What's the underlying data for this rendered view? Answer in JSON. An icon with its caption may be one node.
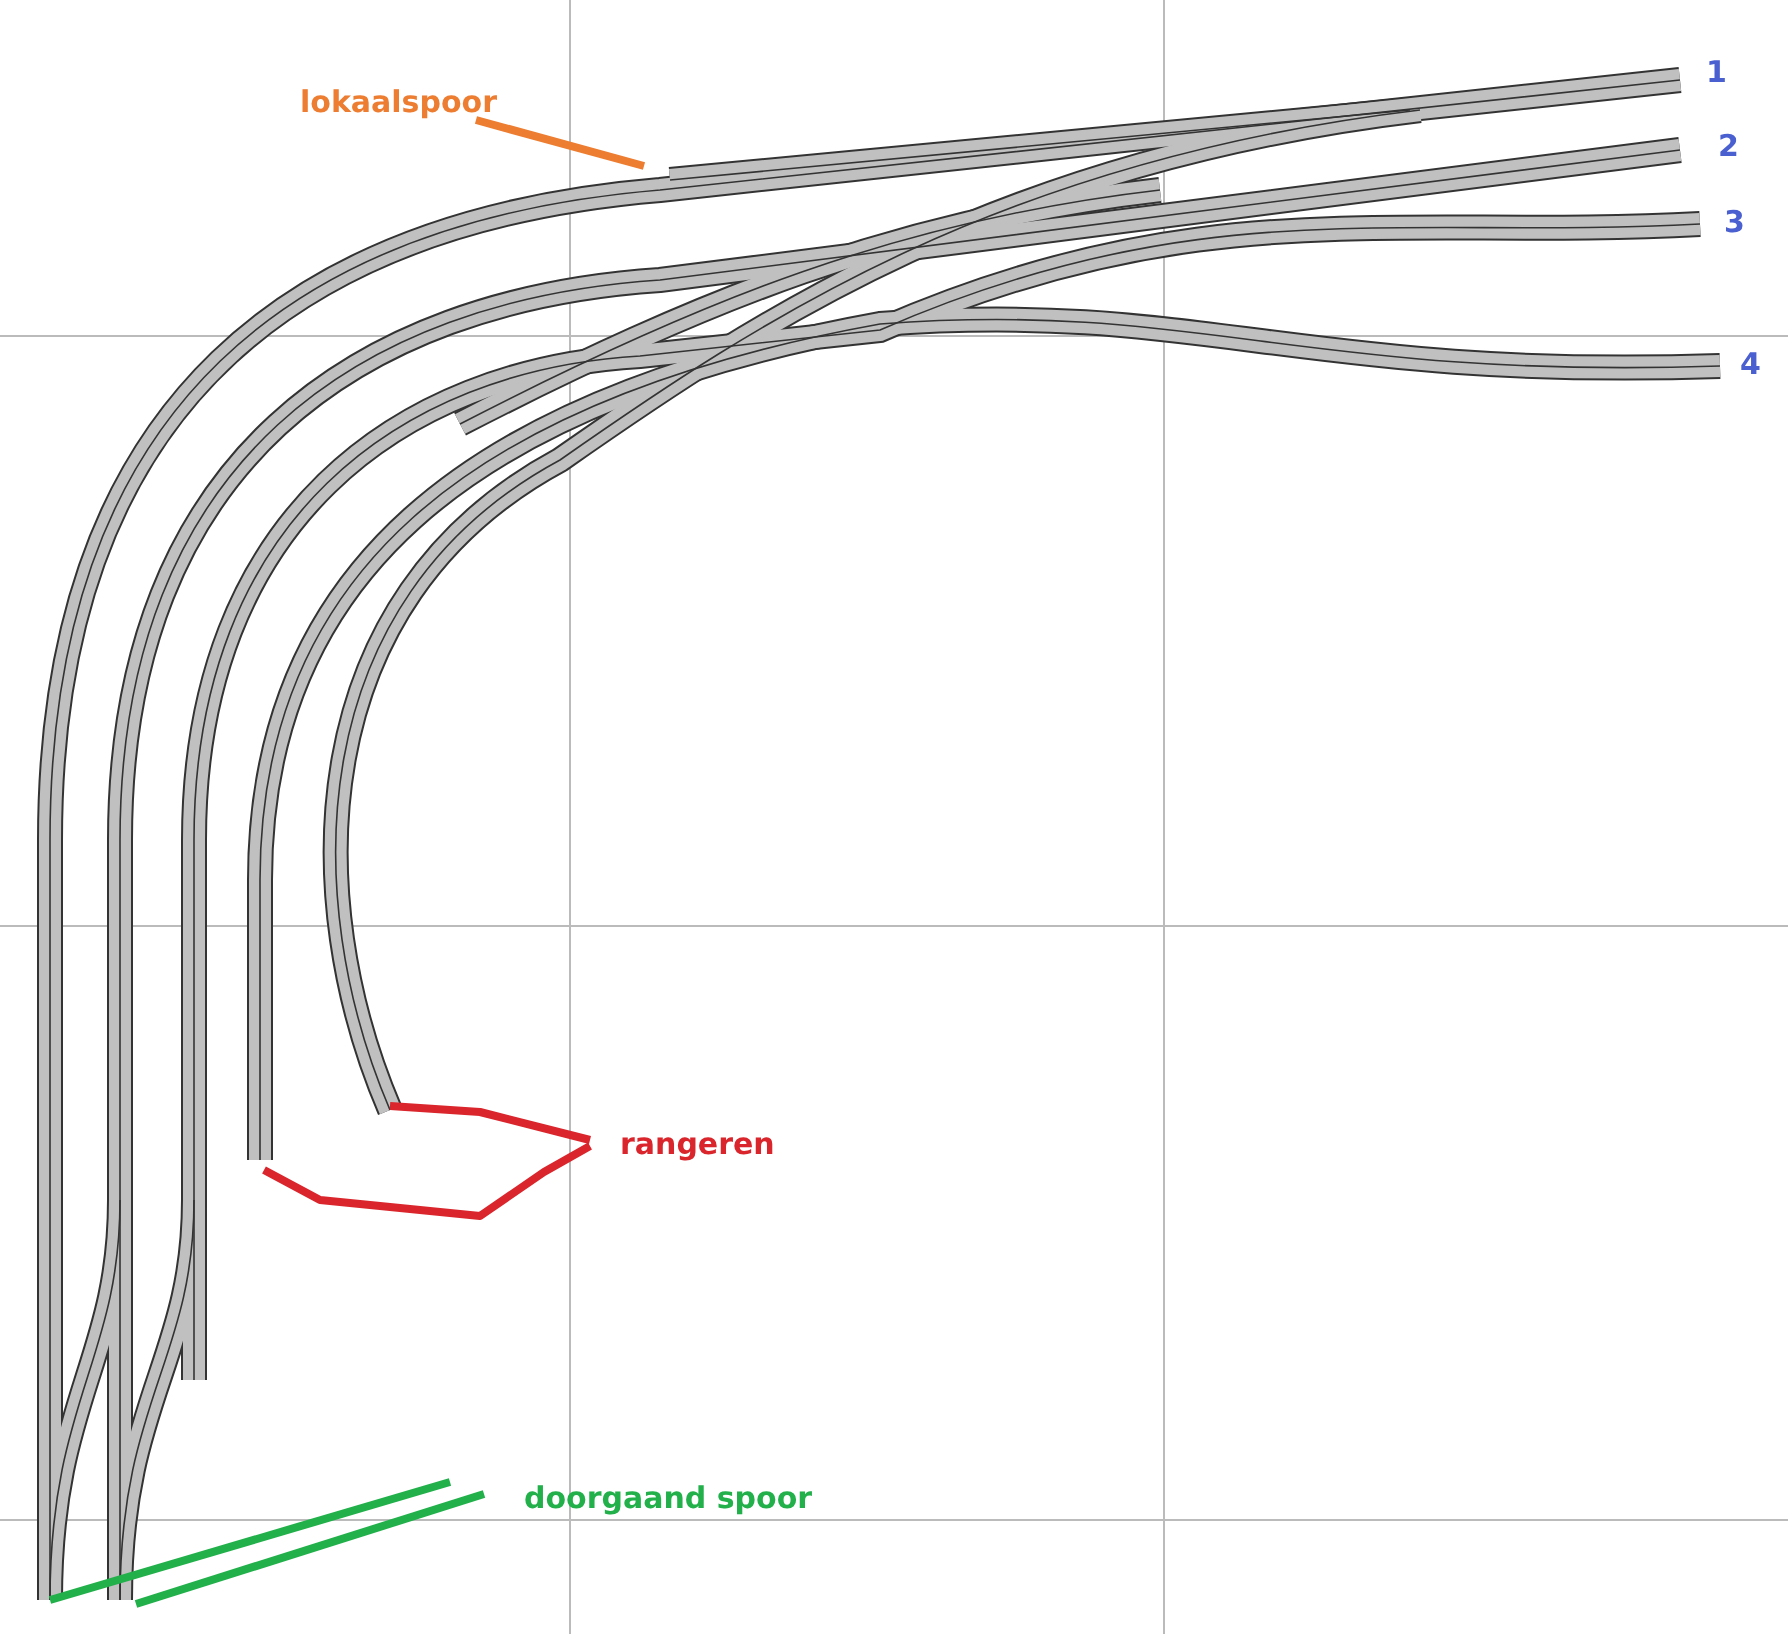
{
  "diagram": {
    "nodes": [
      {
        "text": [
          "lokaalspoor"
        ]
      },
      {
        "text": [
          "rangeren"
        ]
      },
      {
        "text": [
          "doorgaand spoor"
        ]
      }
    ],
    "edges": [
      {
        "from": 0,
        "to": null,
        "arrow": "none",
        "color": "#ed7d31"
      },
      {
        "from": 1,
        "to": null,
        "arrow": "none",
        "color": "#d9252b"
      },
      {
        "from": 1,
        "to": null,
        "arrow": "none",
        "color": "#d9252b"
      },
      {
        "from": 2,
        "to": null,
        "arrow": "none",
        "color": "#22b04b"
      },
      {
        "from": 2,
        "to": null,
        "arrow": "none",
        "color": "#22b04b"
      }
    ],
    "labels": [
      "1",
      "2",
      "3",
      "4"
    ]
  }
}
